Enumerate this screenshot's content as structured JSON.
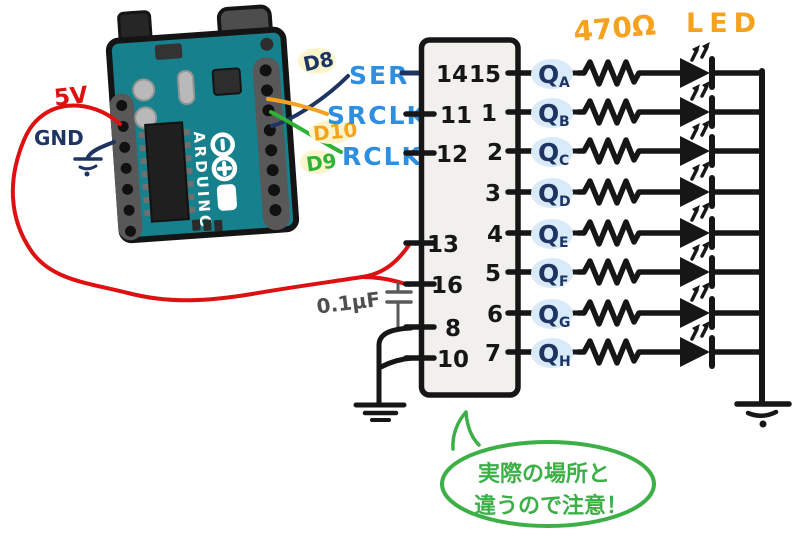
{
  "power": {
    "supply_label": "5V",
    "ground_label": "GND"
  },
  "arduino": {
    "brand": "ARDUINO"
  },
  "signals": {
    "d8": "D8",
    "ser": "SER",
    "d10": "D10",
    "srclk": "SRCLK",
    "d9": "D9",
    "rclk": "RCLK"
  },
  "shift_register": {
    "left_pins": [
      "14",
      "11",
      "12",
      "13",
      "16",
      "8",
      "10"
    ],
    "right_pins": [
      "15",
      "1",
      "2",
      "3",
      "4",
      "5",
      "6",
      "7"
    ],
    "outputs": [
      {
        "base": "Q",
        "sub": "A"
      },
      {
        "base": "Q",
        "sub": "B"
      },
      {
        "base": "Q",
        "sub": "C"
      },
      {
        "base": "Q",
        "sub": "D"
      },
      {
        "base": "Q",
        "sub": "E"
      },
      {
        "base": "Q",
        "sub": "F"
      },
      {
        "base": "Q",
        "sub": "G"
      },
      {
        "base": "Q",
        "sub": "H"
      }
    ]
  },
  "components": {
    "resistor_value": "470Ω",
    "led_label": "LED",
    "capacitor_value": "0.1μF"
  },
  "note": {
    "line1": "実際の場所と",
    "line2": "違うので注意！"
  },
  "colors": {
    "wire_red": "#dd1111",
    "wire_navy": "#1e3563",
    "signal_blue": "#2e8fe0",
    "accent_orange": "#f5a21f",
    "wire_green": "#2eb336",
    "note_green": "#3cb047",
    "board_teal": "#17808d",
    "chip_fill": "#f1f0ed",
    "highlight_yellow": "#fbf5cc",
    "highlight_blue": "#d9ebf9",
    "capacitor_gray": "#5a5a5a",
    "ink_black": "#161616"
  }
}
